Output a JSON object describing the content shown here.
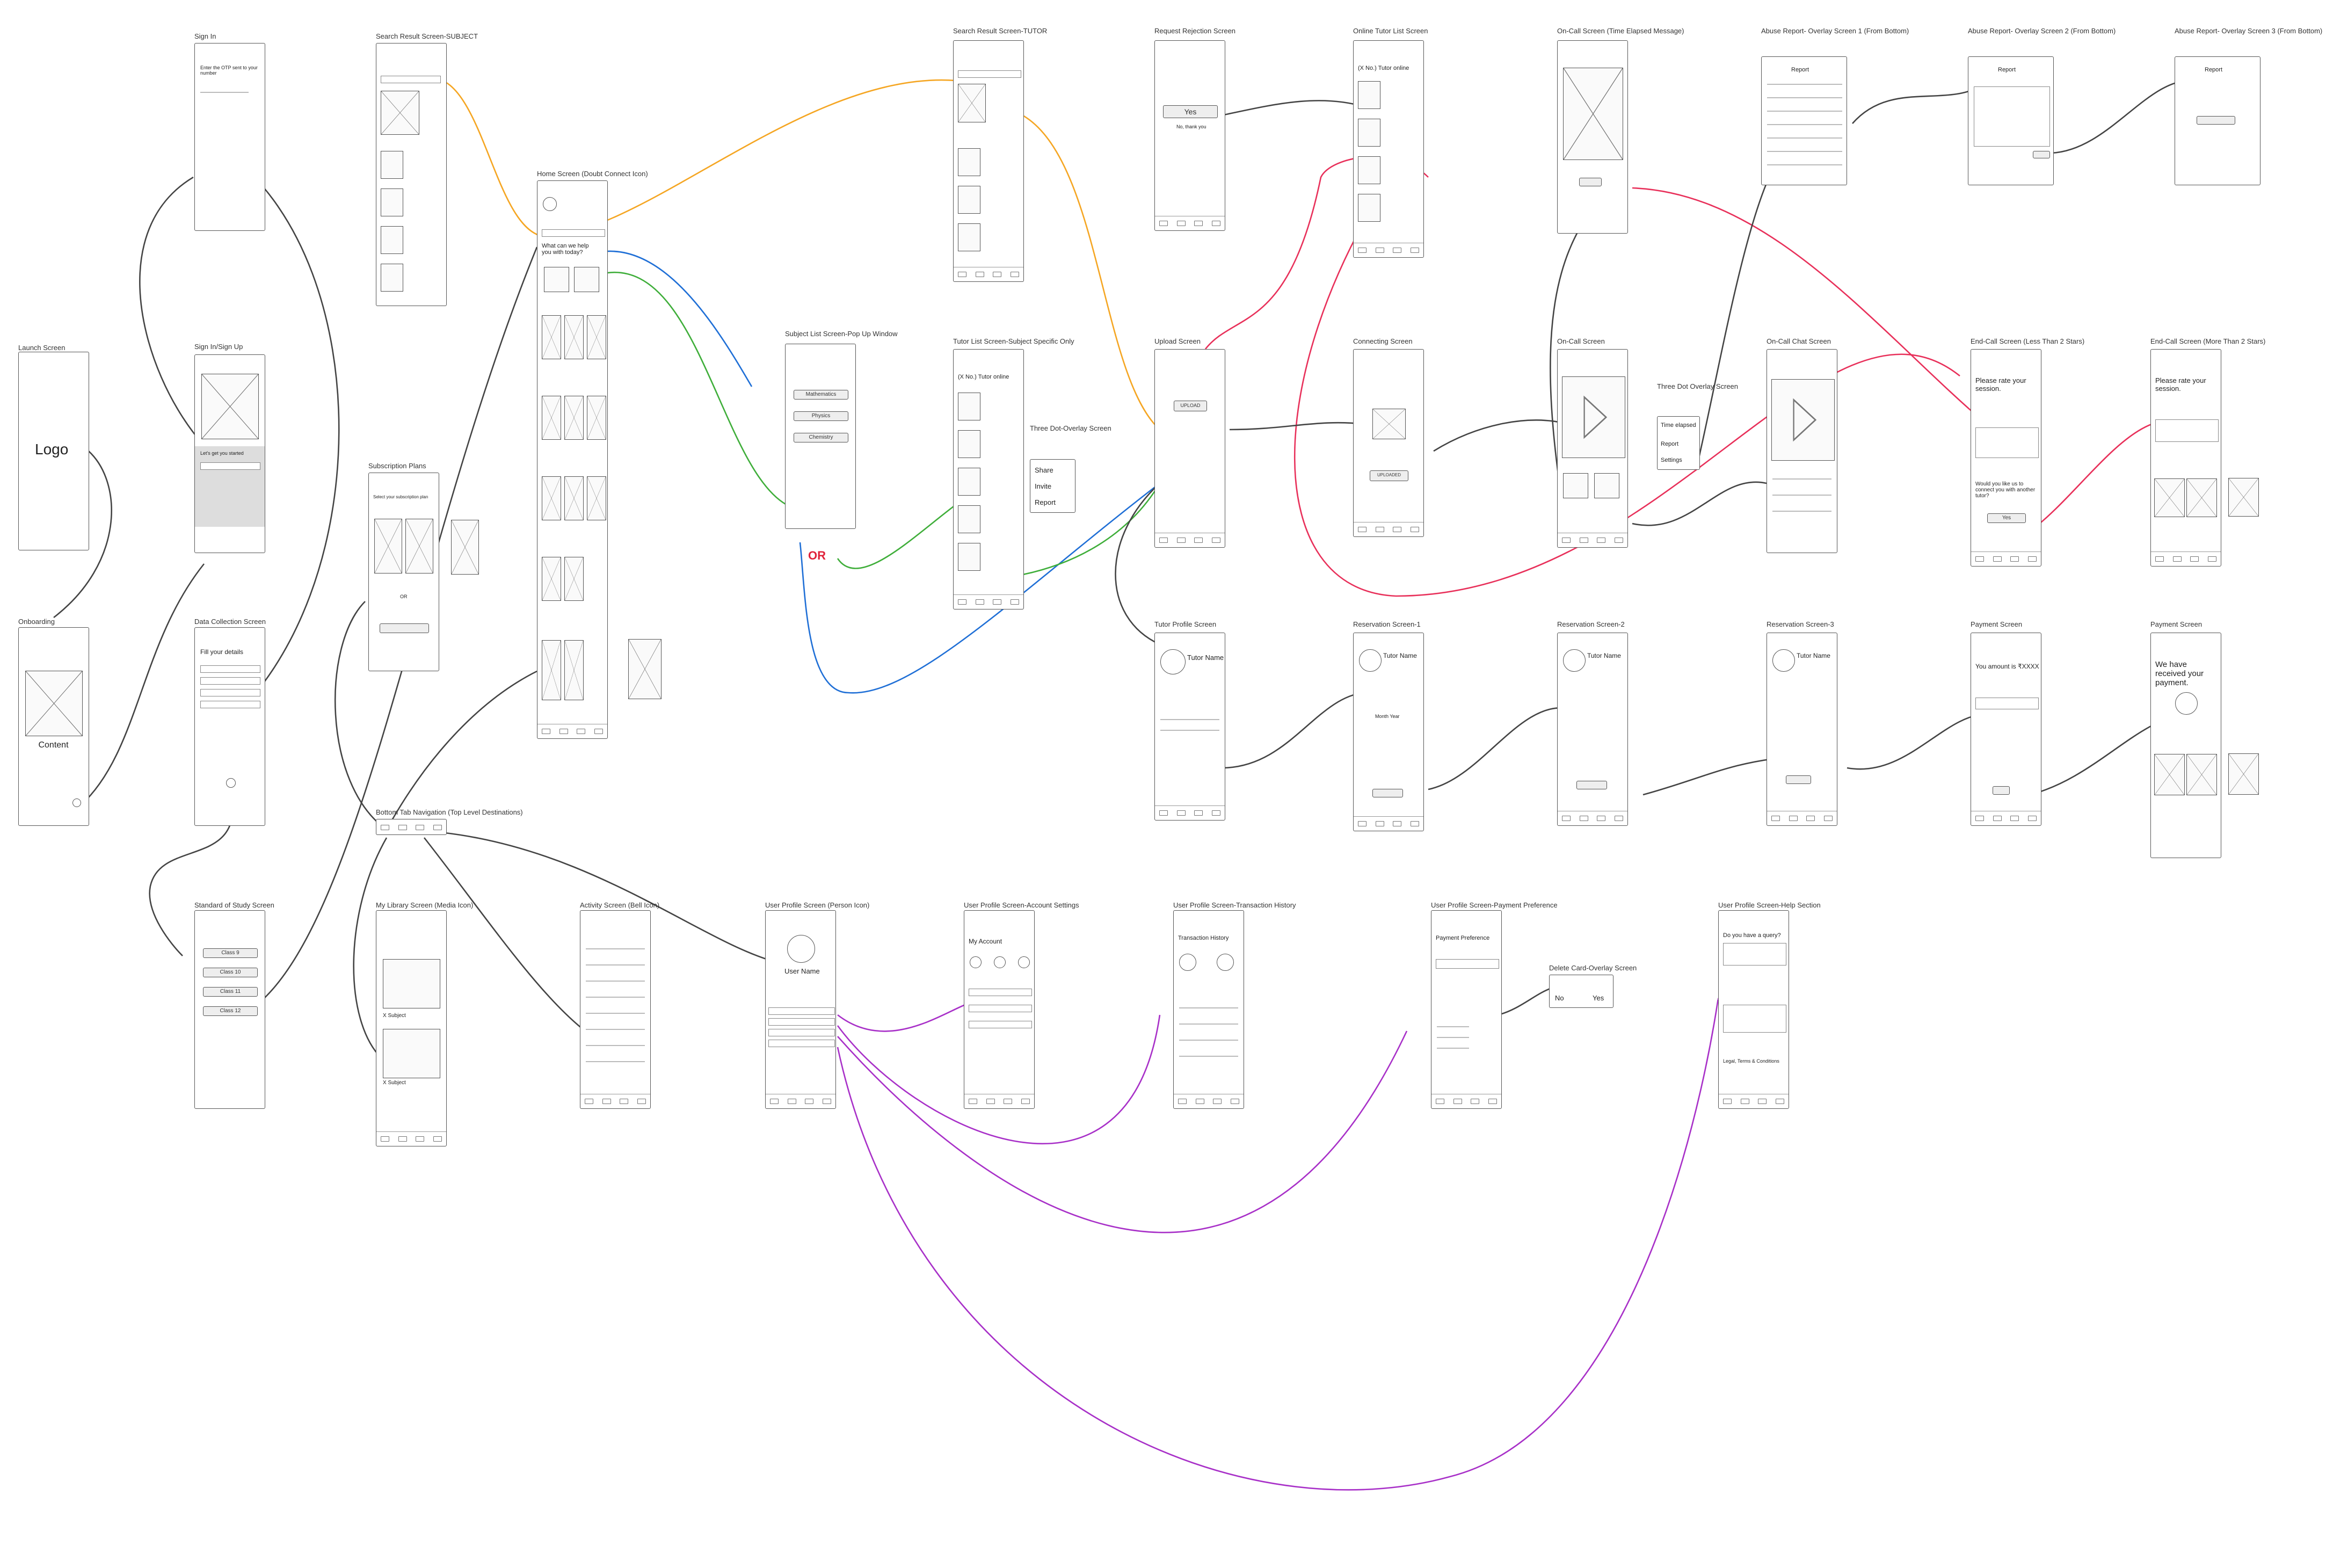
{
  "screens": {
    "launch": {
      "title": "Launch Screen",
      "logo": "Logo"
    },
    "onboarding": {
      "title": "Onboarding",
      "content": "Content"
    },
    "signin": {
      "title": "Sign In",
      "text": "Enter the OTP sent to your number"
    },
    "signin_up": {
      "title": "Sign In/Sign Up",
      "text": "Let's get you started"
    },
    "data_collection": {
      "title": "Data Collection Screen",
      "text": "Fill your details"
    },
    "standard": {
      "title": "Standard of Study Screen",
      "classes": [
        "Class 9",
        "Class 10",
        "Class 11",
        "Class 12"
      ]
    },
    "search_subject": {
      "title": "Search Result Screen-SUBJECT"
    },
    "subscription": {
      "title": "Subscription Plans",
      "text": "Select your subscription plan",
      "or": "OR"
    },
    "home": {
      "title": "Home Screen (Doubt Connect Icon)",
      "question": "What can we help you with today?"
    },
    "bottom_tab": {
      "title": "Bottom Tab Navigation (Top Level Destinations)"
    },
    "library": {
      "title": "My Library Screen (Media Icon)",
      "subject1": "X Subject",
      "subject2": "X Subject"
    },
    "activity": {
      "title": "Activity Screen (Bell Icon)"
    },
    "subject_list": {
      "title": "Subject List Screen-Pop Up Window",
      "items": [
        "Mathematics",
        "Physics",
        "Chemistry"
      ]
    },
    "search_tutor": {
      "title": "Search Result Screen-TUTOR"
    },
    "tutor_list": {
      "title": "Tutor List Screen-Subject Specific Only",
      "online": "(X No.) Tutor online"
    },
    "three_dot": {
      "title": "Three Dot-Overlay Screen",
      "items": [
        "Share",
        "Invite",
        "Report"
      ]
    },
    "request_rejection": {
      "title": "Request Rejection Screen",
      "yes": "Yes",
      "no": "No, thank you"
    },
    "upload": {
      "title": "Upload Screen",
      "button": "UPLOAD"
    },
    "tutor_profile": {
      "title": "Tutor Profile Screen",
      "name": "Tutor Name"
    },
    "online_tutor_list": {
      "title": "Online Tutor List Screen",
      "online": "(X No.) Tutor online"
    },
    "connecting": {
      "title": "Connecting Screen",
      "button": "UPLOADED"
    },
    "reservation1": {
      "title": "Reservation Screen-1",
      "name": "Tutor Name",
      "month": "Month Year"
    },
    "oncall_elapsed": {
      "title": "On-Call Screen (Time Elapsed Message)"
    },
    "oncall": {
      "title": "On-Call Screen"
    },
    "three_dot2": {
      "title": "Three Dot Overlay Screen",
      "items": [
        "Time elapsed",
        "Report",
        "Settings"
      ]
    },
    "reservation2": {
      "title": "Reservation Screen-2",
      "name": "Tutor Name"
    },
    "abuse1": {
      "title": "Abuse Report- Overlay Screen 1 (From Bottom)",
      "heading": "Report"
    },
    "oncall_chat": {
      "title": "On-Call Chat Screen"
    },
    "reservation3": {
      "title": "Reservation Screen-3",
      "name": "Tutor Name"
    },
    "abuse2": {
      "title": "Abuse Report- Overlay Screen 2 (From Bottom)",
      "heading": "Report"
    },
    "endcall_less": {
      "title": "End-Call Screen (Less Than 2 Stars)",
      "rate": "Please rate your session.",
      "reconnect": "Would you like us to connect you with another tutor?",
      "yes": "Yes"
    },
    "payment": {
      "title": "Payment Screen",
      "amount": "You amount is ₹XXXX"
    },
    "abuse3": {
      "title": "Abuse Report- Overlay Screen 3 (From Bottom)",
      "heading": "Report"
    },
    "endcall_more": {
      "title": "End-Call Screen (More Than 2 Stars)",
      "rate": "Please rate your session."
    },
    "payment_done": {
      "title": "Payment Screen",
      "text": "We have received your payment."
    },
    "user_profile": {
      "title": "User Profile Screen (Person Icon)",
      "name": "User Name"
    },
    "account_settings": {
      "title": "User Profile Screen-Account Settings",
      "heading": "My Account"
    },
    "transaction_history": {
      "title": "User Profile Screen-Transaction History",
      "heading": "Transaction History"
    },
    "payment_pref": {
      "title": "User Profile Screen-Payment Preference",
      "heading": "Payment Preference"
    },
    "delete_card": {
      "title": "Delete Card-Overlay Screen",
      "no": "No",
      "yes": "Yes"
    },
    "help": {
      "title": "User Profile Screen-Help Section",
      "query": "Do you have a query?",
      "legal": "Legal, Terms & Conditions"
    }
  },
  "or_label": "OR",
  "colors": {
    "orange": "#f5a623",
    "blue": "#1f6fd6",
    "green": "#3fae3a",
    "pink": "#e8305a",
    "purple": "#a830c8",
    "dark": "#444444"
  }
}
